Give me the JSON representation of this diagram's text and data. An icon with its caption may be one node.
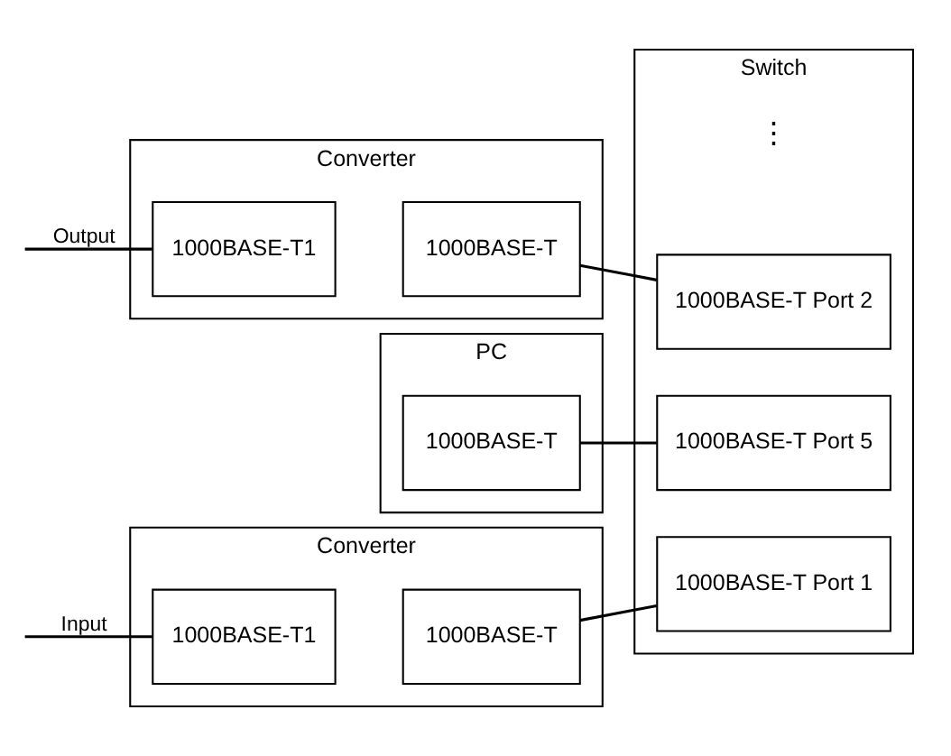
{
  "diagram": {
    "nodes": [
      {
        "text": [
          "Converter"
        ]
      },
      {
        "text": [
          "1000BASE-T1"
        ],
        "in": 0
      },
      {
        "text": [
          "1000BASE-T"
        ],
        "in": 0
      },
      {
        "text": [
          "Converter"
        ]
      },
      {
        "text": [
          "1000BASE-T1"
        ],
        "in": 3
      },
      {
        "text": [
          "1000BASE-T"
        ],
        "in": 3
      },
      {
        "text": [
          "PC"
        ]
      },
      {
        "text": [
          "1000BASE-T"
        ],
        "in": 6
      },
      {
        "text": [
          "Switch"
        ]
      },
      {
        "text": [
          "1000BASE-T Port 1"
        ],
        "in": 8
      },
      {
        "text": [
          "1000BASE-T Port 2"
        ],
        "in": 8
      },
      {
        "text": [
          "1000BASE-T Port 5"
        ],
        "in": 8
      }
    ],
    "edges": [
      {
        "from": null,
        "to": 1,
        "arrow": "none",
        "label": "Input"
      },
      {
        "from": 2,
        "to": 9,
        "arrow": "none"
      },
      {
        "from": null,
        "to": 4,
        "arrow": "none",
        "label": "Output"
      },
      {
        "from": 5,
        "to": 10,
        "arrow": "none"
      },
      {
        "from": 7,
        "to": 11,
        "arrow": "none"
      }
    ],
    "labels": [
      "⋮"
    ]
  }
}
